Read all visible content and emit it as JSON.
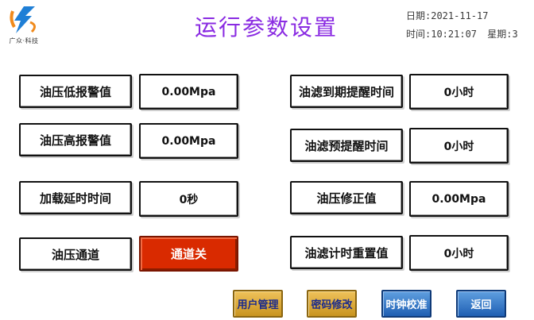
{
  "header": {
    "title": "运行参数设置",
    "brand": "广众·科技",
    "date_label": "日期:",
    "date_value": "2021-11-17",
    "time_label": "时间:",
    "time_value": "10:21:07",
    "weekday_label": "星期:",
    "weekday_value": "3"
  },
  "left_params": [
    {
      "label": "油压低报警值",
      "value": "0.00Mpa"
    },
    {
      "label": "油压高报警值",
      "value": "0.00Mpa"
    },
    {
      "label": "加载延时时间",
      "value": "0秒"
    },
    {
      "label": "油压通道",
      "value": "通道关"
    }
  ],
  "right_params": [
    {
      "label": "油滤到期提醒时间",
      "value": "0小时"
    },
    {
      "label": "油滤预提醒时间",
      "value": "0小时"
    },
    {
      "label": "油压修正值",
      "value": "0.00Mpa"
    },
    {
      "label": "油滤计时重置值",
      "value": "0小时"
    }
  ],
  "buttons": {
    "user_mgmt": "用户管理",
    "password_change": "密码修改",
    "clock_calibrate": "时钟校准",
    "back": "返回"
  },
  "colors": {
    "title": "#8a2be2",
    "toggle_off": "#d92a00",
    "gold_button": "#d9a634",
    "blue_button": "#3a7ccb",
    "logo_blue": "#1f7fd6",
    "logo_orange": "#f08a1c"
  }
}
